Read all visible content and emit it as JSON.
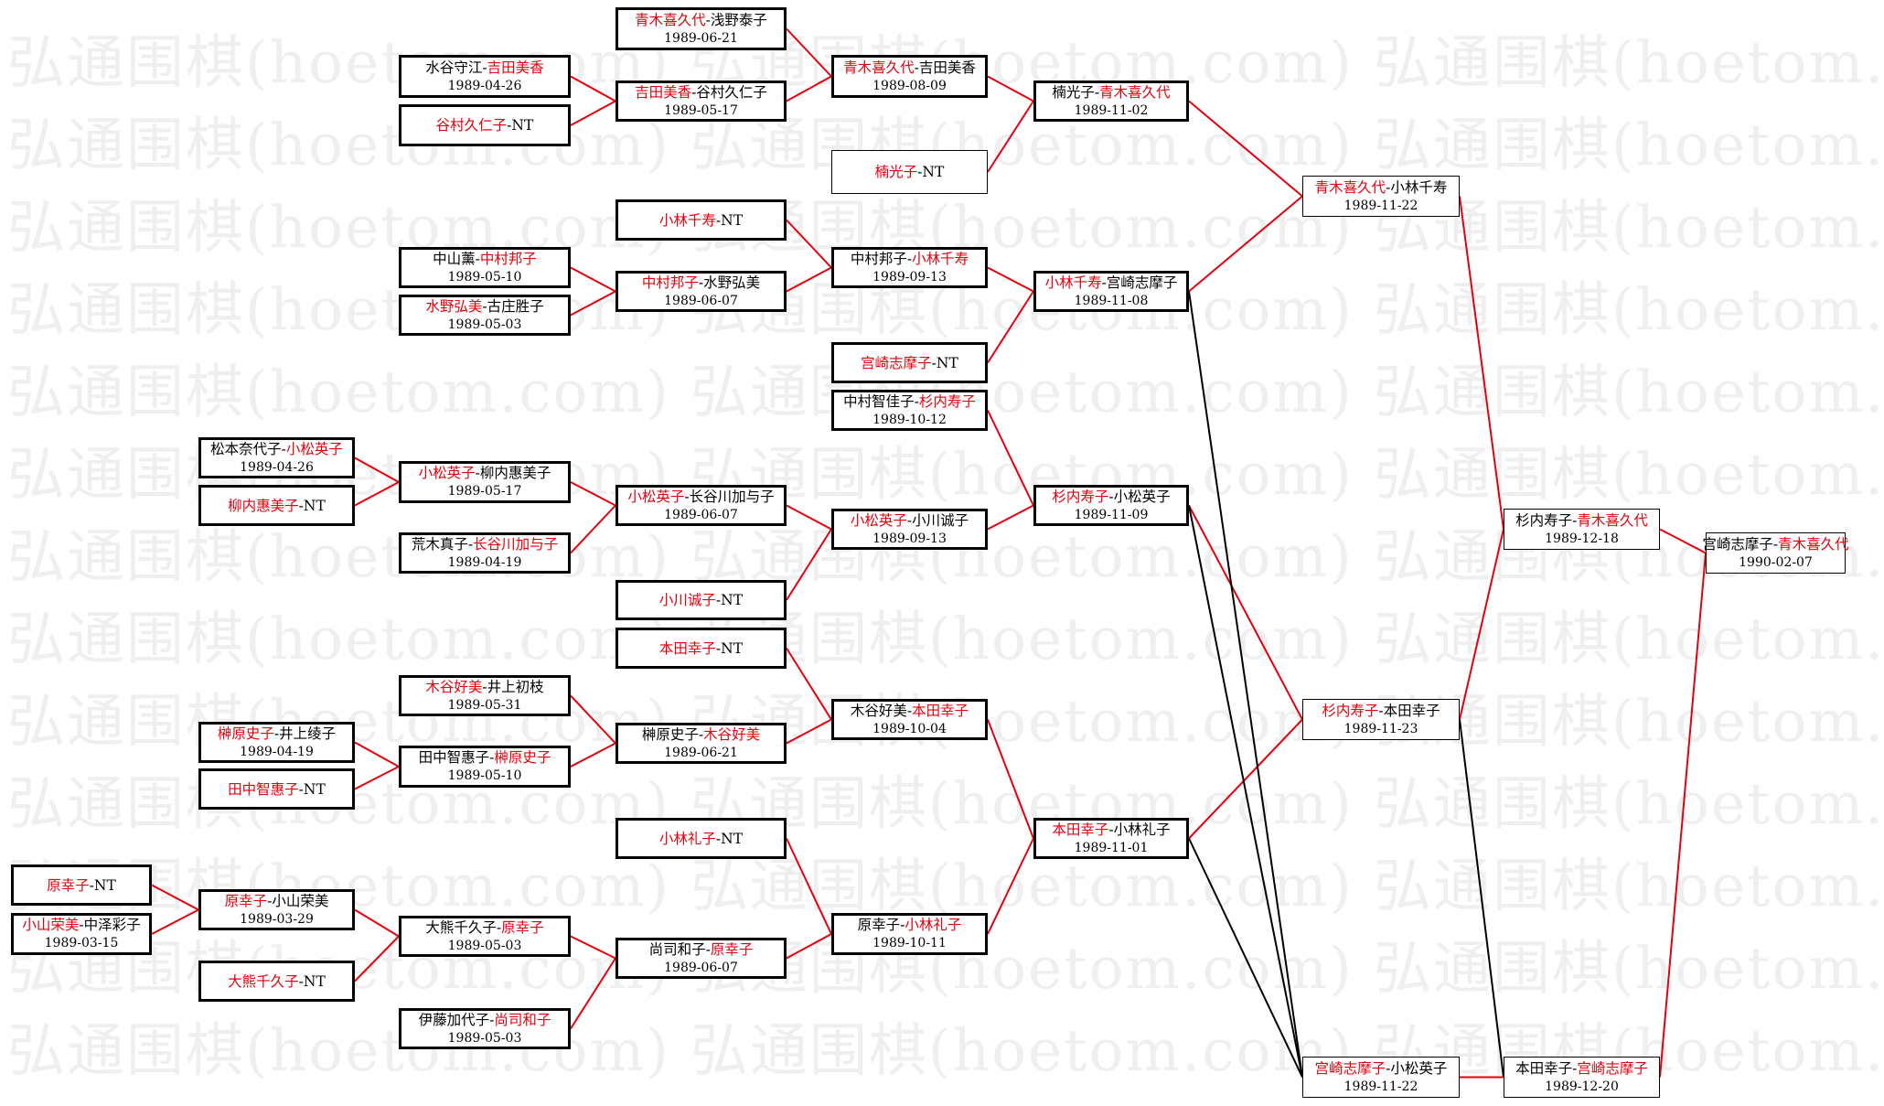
{
  "watermark": "弘通围棋(hoetom.com) 弘通围棋(hoetom.com) 弘通围棋(hoetom.com) 弘",
  "colors": {
    "winner_text": "#e4000d",
    "winner_line": "#e4000d",
    "other_line": "#000000",
    "watermark": "#efefef"
  },
  "matches": [
    {
      "id": "r1a",
      "p1": "原幸子",
      "p2": "NT",
      "winner": 1,
      "date": ""
    },
    {
      "id": "r1b",
      "p1": "小山荣美",
      "p2": "中泽彩子",
      "winner": 1,
      "date": "1989-03-15"
    },
    {
      "id": "r2a",
      "p1": "松本奈代子",
      "p2": "小松英子",
      "winner": 2,
      "date": "1989-04-26"
    },
    {
      "id": "r2b",
      "p1": "柳内惠美子",
      "p2": "NT",
      "winner": 1,
      "date": ""
    },
    {
      "id": "r2c",
      "p1": "榊原史子",
      "p2": "井上绫子",
      "winner": 1,
      "date": "1989-04-19"
    },
    {
      "id": "r2d",
      "p1": "田中智惠子",
      "p2": "NT",
      "winner": 1,
      "date": ""
    },
    {
      "id": "r2e",
      "p1": "原幸子",
      "p2": "小山荣美",
      "winner": 1,
      "date": "1989-03-29"
    },
    {
      "id": "r2f",
      "p1": "大熊千久子",
      "p2": "NT",
      "winner": 1,
      "date": ""
    },
    {
      "id": "r3a",
      "p1": "水谷守江",
      "p2": "吉田美香",
      "winner": 2,
      "date": "1989-04-26"
    },
    {
      "id": "r3b",
      "p1": "谷村久仁子",
      "p2": "NT",
      "winner": 1,
      "date": ""
    },
    {
      "id": "r3c",
      "p1": "中山薰",
      "p2": "中村邦子",
      "winner": 2,
      "date": "1989-05-10"
    },
    {
      "id": "r3d",
      "p1": "水野弘美",
      "p2": "古庄胜子",
      "winner": 1,
      "date": "1989-05-03"
    },
    {
      "id": "r3e",
      "p1": "小松英子",
      "p2": "柳内惠美子",
      "winner": 1,
      "date": "1989-05-17"
    },
    {
      "id": "r3f",
      "p1": "荒木真子",
      "p2": "长谷川加与子",
      "winner": 2,
      "date": "1989-04-19"
    },
    {
      "id": "r3g",
      "p1": "木谷好美",
      "p2": "井上初枝",
      "winner": 1,
      "date": "1989-05-31"
    },
    {
      "id": "r3h",
      "p1": "田中智惠子",
      "p2": "榊原史子",
      "winner": 2,
      "date": "1989-05-10"
    },
    {
      "id": "r3i",
      "p1": "大熊千久子",
      "p2": "原幸子",
      "winner": 2,
      "date": "1989-05-03"
    },
    {
      "id": "r3j",
      "p1": "伊藤加代子",
      "p2": "尚司和子",
      "winner": 2,
      "date": "1989-05-03"
    },
    {
      "id": "r4a",
      "p1": "青木喜久代",
      "p2": "浅野泰子",
      "winner": 1,
      "date": "1989-06-21"
    },
    {
      "id": "r4b",
      "p1": "吉田美香",
      "p2": "谷村久仁子",
      "winner": 1,
      "date": "1989-05-17"
    },
    {
      "id": "r4c",
      "p1": "小林千寿",
      "p2": "NT",
      "winner": 1,
      "date": ""
    },
    {
      "id": "r4d",
      "p1": "中村邦子",
      "p2": "水野弘美",
      "winner": 1,
      "date": "1989-06-07"
    },
    {
      "id": "r4e",
      "p1": "小松英子",
      "p2": "长谷川加与子",
      "winner": 1,
      "date": "1989-06-07"
    },
    {
      "id": "r4f",
      "p1": "小川诚子",
      "p2": "NT",
      "winner": 1,
      "date": ""
    },
    {
      "id": "r4g",
      "p1": "本田幸子",
      "p2": "NT",
      "winner": 1,
      "date": ""
    },
    {
      "id": "r4h",
      "p1": "榊原史子",
      "p2": "木谷好美",
      "winner": 2,
      "date": "1989-06-21"
    },
    {
      "id": "r4i",
      "p1": "小林礼子",
      "p2": "NT",
      "winner": 1,
      "date": ""
    },
    {
      "id": "r4j",
      "p1": "尚司和子",
      "p2": "原幸子",
      "winner": 2,
      "date": "1989-06-07"
    },
    {
      "id": "r5a",
      "p1": "青木喜久代",
      "p2": "吉田美香",
      "winner": 1,
      "date": "1989-08-09"
    },
    {
      "id": "r5b",
      "p1": "楠光子",
      "p2": "NT",
      "winner": 1,
      "date": ""
    },
    {
      "id": "r5c",
      "p1": "中村邦子",
      "p2": "小林千寿",
      "winner": 2,
      "date": "1989-09-13"
    },
    {
      "id": "r5d",
      "p1": "宫崎志摩子",
      "p2": "NT",
      "winner": 1,
      "date": ""
    },
    {
      "id": "r5e",
      "p1": "中村智佳子",
      "p2": "杉内寿子",
      "winner": 2,
      "date": "1989-10-12"
    },
    {
      "id": "r5f",
      "p1": "小松英子",
      "p2": "小川诚子",
      "winner": 1,
      "date": "1989-09-13"
    },
    {
      "id": "r5g",
      "p1": "木谷好美",
      "p2": "本田幸子",
      "winner": 2,
      "date": "1989-10-04"
    },
    {
      "id": "r5h",
      "p1": "原幸子",
      "p2": "小林礼子",
      "winner": 2,
      "date": "1989-10-11"
    },
    {
      "id": "r6a",
      "p1": "楠光子",
      "p2": "青木喜久代",
      "winner": 2,
      "date": "1989-11-02"
    },
    {
      "id": "r6b",
      "p1": "小林千寿",
      "p2": "宫崎志摩子",
      "winner": 1,
      "date": "1989-11-08"
    },
    {
      "id": "r6c",
      "p1": "杉内寿子",
      "p2": "小松英子",
      "winner": 1,
      "date": "1989-11-09"
    },
    {
      "id": "r6d",
      "p1": "本田幸子",
      "p2": "小林礼子",
      "winner": 1,
      "date": "1989-11-01"
    },
    {
      "id": "r7a",
      "p1": "青木喜久代",
      "p2": "小林千寿",
      "winner": 1,
      "date": "1989-11-22"
    },
    {
      "id": "r7b",
      "p1": "杉内寿子",
      "p2": "本田幸子",
      "winner": 1,
      "date": "1989-11-23"
    },
    {
      "id": "r7c",
      "p1": "宫崎志摩子",
      "p2": "小松英子",
      "winner": 1,
      "date": "1989-11-22"
    },
    {
      "id": "r8a",
      "p1": "杉内寿子",
      "p2": "青木喜久代",
      "winner": 2,
      "date": "1989-12-18"
    },
    {
      "id": "r8b",
      "p1": "本田幸子",
      "p2": "宫崎志摩子",
      "winner": 2,
      "date": "1989-12-20"
    },
    {
      "id": "r9a",
      "p1": "宫崎志摩子",
      "p2": "青木喜久代",
      "winner": 2,
      "date": "1990-02-07"
    }
  ],
  "links": [
    {
      "from": "r1a",
      "to": "r2e",
      "win": true
    },
    {
      "from": "r1b",
      "to": "r2e",
      "win": true
    },
    {
      "from": "r2a",
      "to": "r3e",
      "win": true
    },
    {
      "from": "r2b",
      "to": "r3e",
      "win": true
    },
    {
      "from": "r2c",
      "to": "r3h",
      "win": true
    },
    {
      "from": "r2d",
      "to": "r3h",
      "win": true
    },
    {
      "from": "r2e",
      "to": "r3i",
      "win": true
    },
    {
      "from": "r2f",
      "to": "r3i",
      "win": true
    },
    {
      "from": "r3a",
      "to": "r4b",
      "win": true
    },
    {
      "from": "r3b",
      "to": "r4b",
      "win": true
    },
    {
      "from": "r3c",
      "to": "r4d",
      "win": true
    },
    {
      "from": "r3d",
      "to": "r4d",
      "win": true
    },
    {
      "from": "r3e",
      "to": "r4e",
      "win": true
    },
    {
      "from": "r3f",
      "to": "r4e",
      "win": true
    },
    {
      "from": "r3g",
      "to": "r4h",
      "win": true
    },
    {
      "from": "r3h",
      "to": "r4h",
      "win": true
    },
    {
      "from": "r3i",
      "to": "r4j",
      "win": true
    },
    {
      "from": "r3j",
      "to": "r4j",
      "win": true
    },
    {
      "from": "r4a",
      "to": "r5a",
      "win": true
    },
    {
      "from": "r4b",
      "to": "r5a",
      "win": true
    },
    {
      "from": "r4c",
      "to": "r5c",
      "win": true
    },
    {
      "from": "r4d",
      "to": "r5c",
      "win": true
    },
    {
      "from": "r4e",
      "to": "r5f",
      "win": true
    },
    {
      "from": "r4f",
      "to": "r5f",
      "win": true
    },
    {
      "from": "r4g",
      "to": "r5g",
      "win": true
    },
    {
      "from": "r4h",
      "to": "r5g",
      "win": true
    },
    {
      "from": "r4i",
      "to": "r5h",
      "win": true
    },
    {
      "from": "r4j",
      "to": "r5h",
      "win": true
    },
    {
      "from": "r5a",
      "to": "r6a",
      "win": true
    },
    {
      "from": "r5b",
      "to": "r6a",
      "win": true
    },
    {
      "from": "r5c",
      "to": "r6b",
      "win": true
    },
    {
      "from": "r5d",
      "to": "r6b",
      "win": true
    },
    {
      "from": "r5e",
      "to": "r6c",
      "win": true
    },
    {
      "from": "r5f",
      "to": "r6c",
      "win": true
    },
    {
      "from": "r5g",
      "to": "r6d",
      "win": true
    },
    {
      "from": "r5h",
      "to": "r6d",
      "win": true
    },
    {
      "from": "r6a",
      "to": "r7a",
      "win": true
    },
    {
      "from": "r6b",
      "to": "r7a",
      "win": true
    },
    {
      "from": "r6c",
      "to": "r7b",
      "win": true
    },
    {
      "from": "r6d",
      "to": "r7b",
      "win": true
    },
    {
      "from": "r6b",
      "to": "r7c",
      "win": false
    },
    {
      "from": "r6c",
      "to": "r7c",
      "win": false
    },
    {
      "from": "r6d",
      "to": "r7c",
      "win": false
    },
    {
      "from": "r7a",
      "to": "r8a",
      "win": true
    },
    {
      "from": "r7b",
      "to": "r8a",
      "win": true
    },
    {
      "from": "r7b",
      "to": "r8b",
      "win": false
    },
    {
      "from": "r7c",
      "to": "r8b",
      "win": true
    },
    {
      "from": "r8a",
      "to": "r9a",
      "win": true
    },
    {
      "from": "r8b",
      "to": "r9a",
      "win": true
    }
  ]
}
